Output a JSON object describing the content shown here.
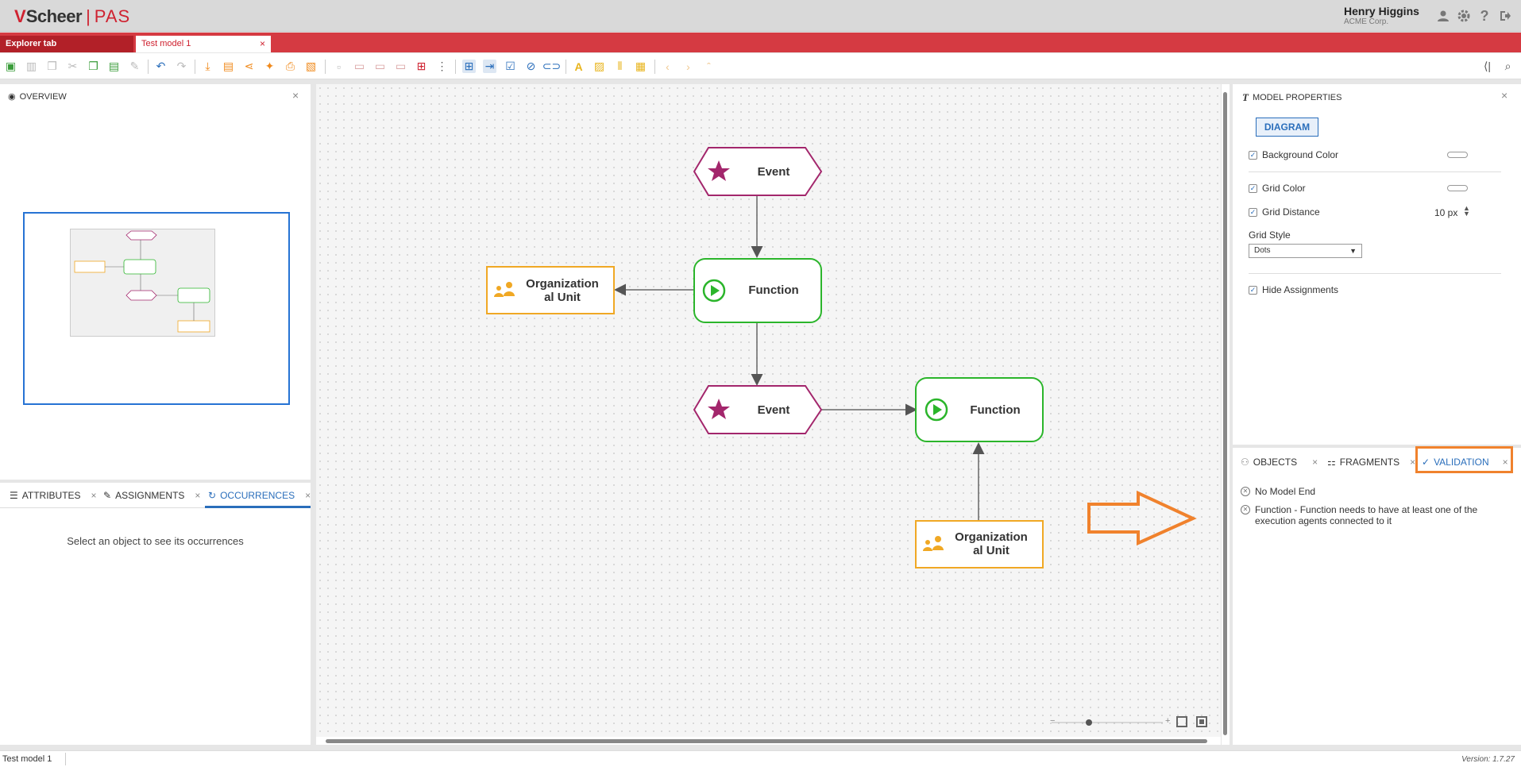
{
  "app": {
    "brand": "Scheer",
    "product": "PAS"
  },
  "user": {
    "name": "Henry Higgins",
    "company": "ACME Corp."
  },
  "tabs": {
    "explorer": "Explorer tab",
    "model": "Test model 1",
    "close": "×"
  },
  "overview": {
    "title": "OVERVIEW",
    "close": "×"
  },
  "bottom_left": {
    "tabs": [
      {
        "label": "ATTRIBUTES"
      },
      {
        "label": "ASSIGNMENTS"
      },
      {
        "label": "OCCURRENCES"
      }
    ],
    "close": "×",
    "placeholder": "Select an object to see its occurrences"
  },
  "canvas": {
    "nodes": {
      "event1": "Event",
      "function1": "Function",
      "org1_line1": "Organization",
      "org1_line2": "al Unit",
      "event2": "Event",
      "function2": "Function",
      "org2_line1": "Organization",
      "org2_line2": "al Unit"
    },
    "zoom": {
      "minus": "−",
      "plus": "+"
    }
  },
  "properties": {
    "title": "MODEL PROPERTIES",
    "close": "×",
    "diagram_button": "DIAGRAM",
    "background_color": "Background Color",
    "grid_color": "Grid Color",
    "grid_distance": "Grid Distance",
    "grid_distance_value": "10 px",
    "grid_style_label": "Grid Style",
    "grid_style_value": "Dots",
    "hide_assignments": "Hide Assignments"
  },
  "right_bottom": {
    "tabs": [
      {
        "label": "OBJECTS"
      },
      {
        "label": "FRAGMENTS"
      },
      {
        "label": "VALIDATION"
      }
    ],
    "close": "×",
    "validation": [
      {
        "text": "No Model End"
      },
      {
        "text": "Function - Function needs to have at least one of the execution agents connected to it"
      }
    ]
  },
  "status": {
    "left": "Test model 1",
    "right": "Version: 1.7.27"
  },
  "colors": {
    "brand_red": "#cf2230",
    "event": "#a3266c",
    "function": "#2bb52b",
    "org": "#f0a824",
    "accent": "#2a6ebb",
    "highlight": "#f0822d"
  }
}
